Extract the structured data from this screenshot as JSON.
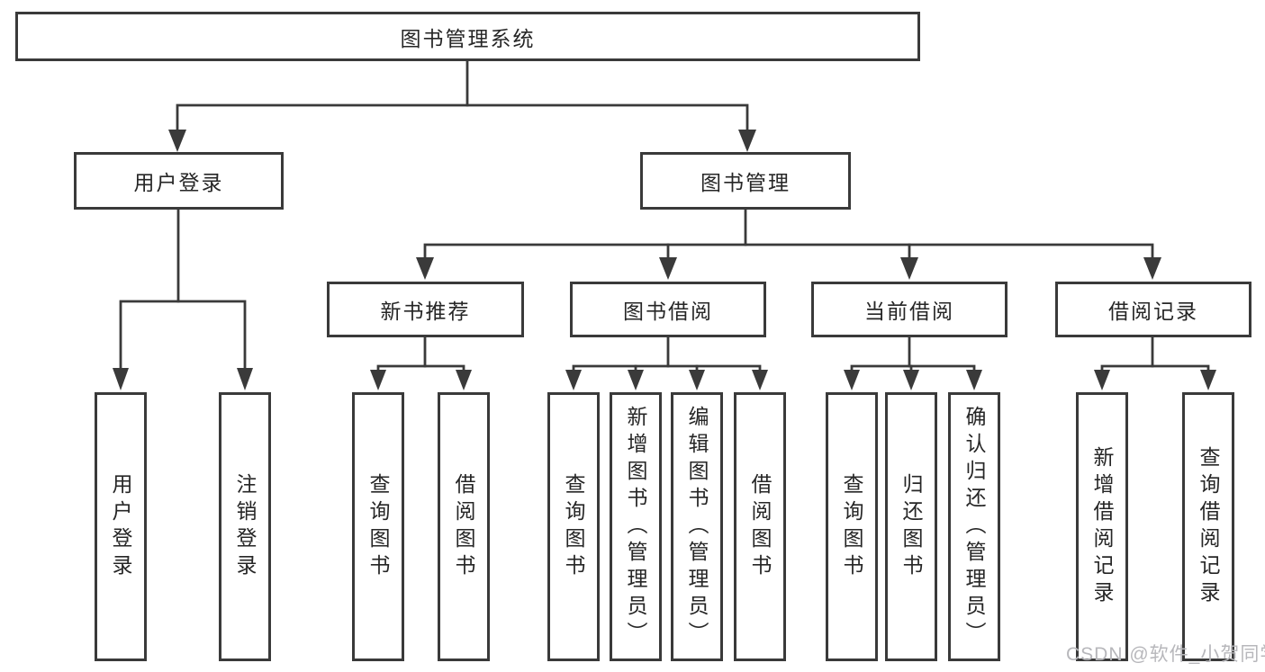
{
  "tree": {
    "label": "图书管理系统",
    "children": [
      {
        "label": "用户登录",
        "children": [
          {
            "label": "用户登录"
          },
          {
            "label": "注销登录"
          }
        ]
      },
      {
        "label": "图书管理",
        "children": [
          {
            "label": "新书推荐",
            "children": [
              {
                "label": "查询图书"
              },
              {
                "label": "借阅图书"
              }
            ]
          },
          {
            "label": "图书借阅",
            "children": [
              {
                "label": "查询图书"
              },
              {
                "label": "新增图书（管理员）"
              },
              {
                "label": "编辑图书（管理员）"
              },
              {
                "label": "借阅图书"
              }
            ]
          },
          {
            "label": "当前借阅",
            "children": [
              {
                "label": "查询图书"
              },
              {
                "label": "归还图书"
              },
              {
                "label": "确认归还（管理员）"
              }
            ]
          },
          {
            "label": "借阅记录",
            "children": [
              {
                "label": "新增借阅记录"
              },
              {
                "label": "查询借阅记录"
              }
            ]
          }
        ]
      }
    ]
  },
  "watermark": {
    "text": "CSDN @软件_小贺同学"
  },
  "colors": {
    "line": "#3a3a3a",
    "box_border": "#3a3a3a",
    "text": "#262626",
    "background": "#ffffff",
    "watermark": "#b7b7bb"
  }
}
